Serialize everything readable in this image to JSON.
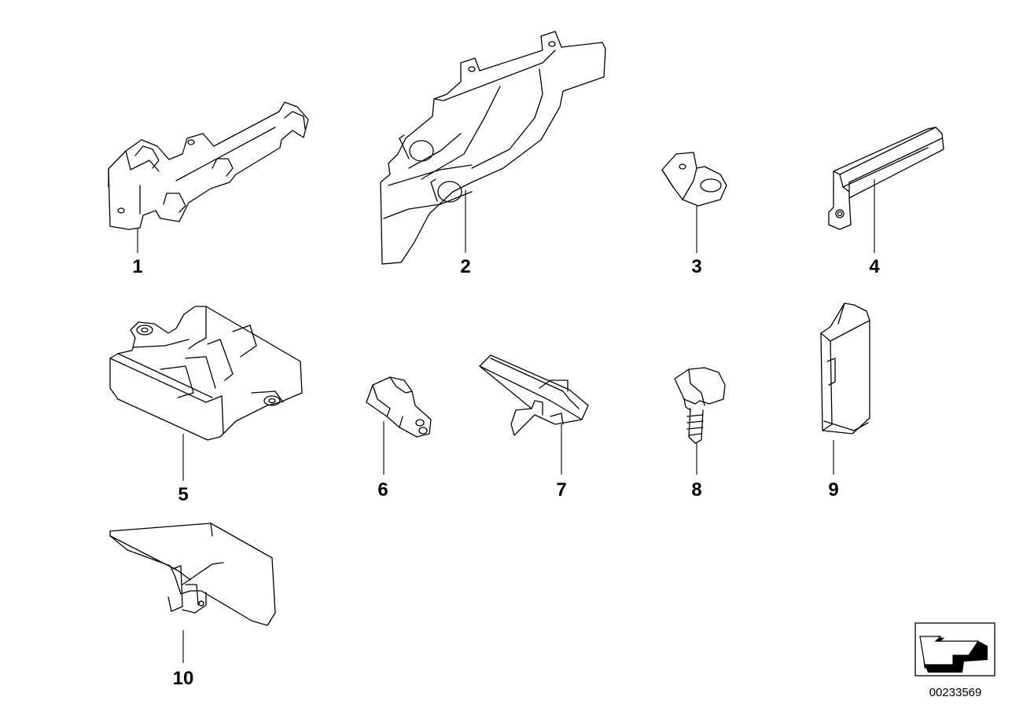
{
  "parts": [
    {
      "number": "1"
    },
    {
      "number": "2"
    },
    {
      "number": "3"
    },
    {
      "number": "4"
    },
    {
      "number": "5"
    },
    {
      "number": "6"
    },
    {
      "number": "7"
    },
    {
      "number": "8"
    },
    {
      "number": "9"
    },
    {
      "number": "10"
    }
  ],
  "diagram_id": "00233569",
  "icons": {
    "navigation": "back-arrow-icon"
  },
  "colors": {
    "line": "#000000",
    "background": "#ffffff"
  }
}
